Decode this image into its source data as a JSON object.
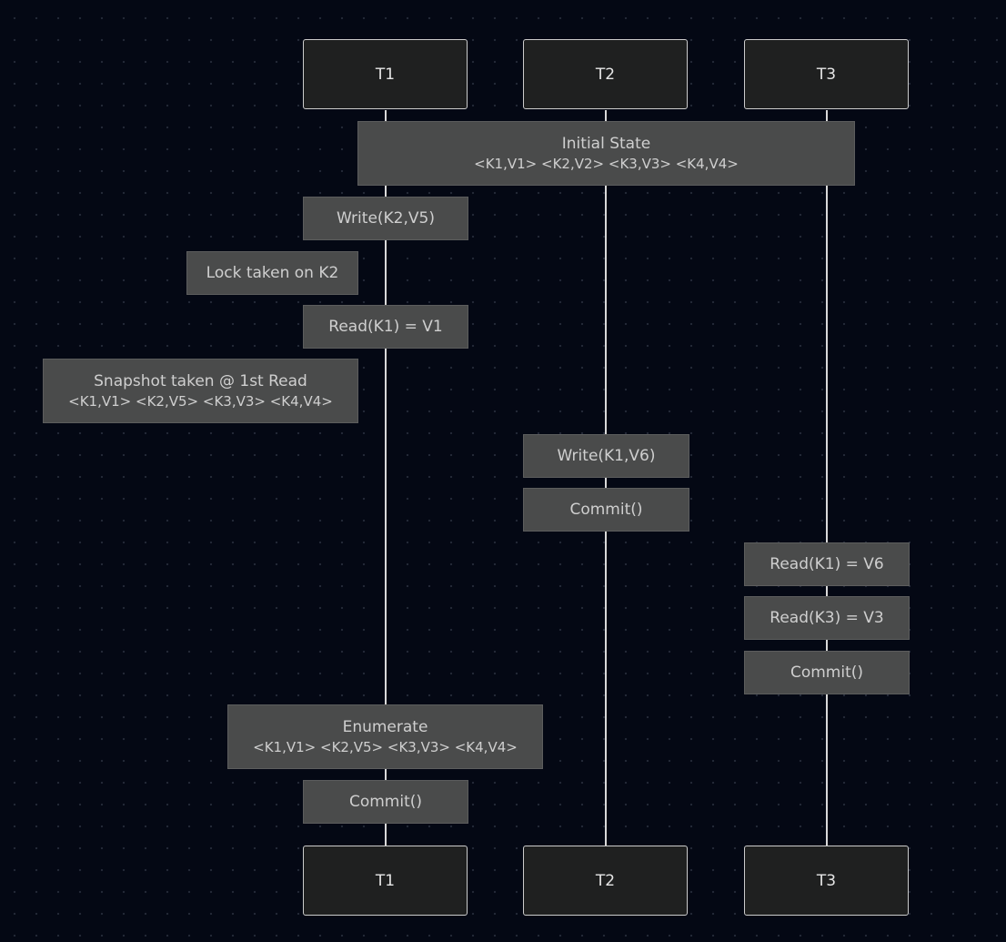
{
  "participants": {
    "t1": "T1",
    "t2": "T2",
    "t3": "T3"
  },
  "notes": {
    "initial_state": {
      "title": "Initial State",
      "values": "<K1,V1> <K2,V2> <K3,V3> <K4,V4>"
    },
    "t1_write": "Write(K2,V5)",
    "t1_lock": "Lock taken on K2",
    "t1_read": "Read(K1) = V1",
    "t1_snapshot": {
      "title": "Snapshot taken @ 1st Read",
      "values": "<K1,V1> <K2,V5> <K3,V3> <K4,V4>"
    },
    "t2_write": "Write(K1,V6)",
    "t2_commit": "Commit()",
    "t3_read_k1": "Read(K1) = V6",
    "t3_read_k3": "Read(K3) = V3",
    "t3_commit": "Commit()",
    "t1_enumerate": {
      "title": "Enumerate",
      "values": "<K1,V1> <K2,V5> <K3,V3> <K4,V4>"
    },
    "t1_commit": "Commit()"
  },
  "colors": {
    "background": "#040814",
    "actor_fill": "#1f2020",
    "actor_border": "#cccccc",
    "note_fill": "#4a4b4b",
    "lifeline": "#d9d9d9",
    "text": "#cfcfcf"
  }
}
